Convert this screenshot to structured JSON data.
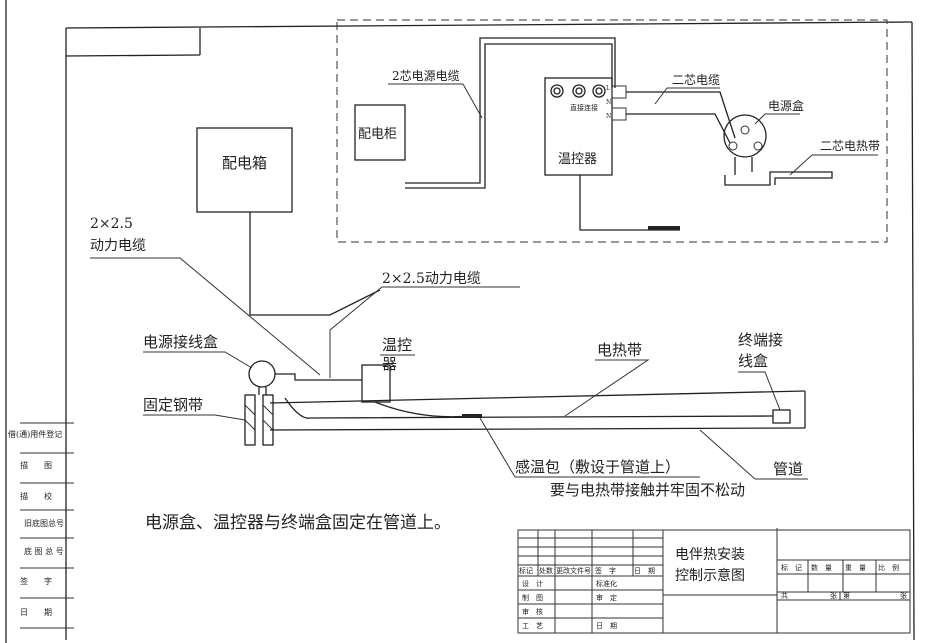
{
  "labels": {
    "two_core_power_cable": "2芯电源电缆",
    "distribution_cabinet": "配电柜",
    "thermostat_top": "温控器",
    "direct_connect": "直接连接",
    "two_core_cable": "二芯电缆",
    "power_box": "电源盒",
    "two_core_heat_tape": "二芯电热带",
    "distribution_box": "配电箱",
    "cable_spec_left_1": "2×2.5",
    "cable_spec_left_2": "动力电缆",
    "cable_spec_right": "2×2.5动力电缆",
    "power_junction_box": "电源接线盒",
    "thermostat_1": "温控",
    "thermostat_2": "器",
    "heat_tape": "电热带",
    "end_box_1": "终端接",
    "end_box_2": "线盒",
    "steel_band": "固定钢带",
    "sensor": "感温包（敷设于管道上）",
    "sensor_note": "要与电热带接触并牢固不松动",
    "pipe": "管道",
    "note": "电源盒、温控器与终端盒固定在管道上。",
    "terminal_L": "L",
    "terminal_N": "N"
  },
  "side_column": [
    "借(通)用件登记",
    "描　　图",
    "描　　校",
    "旧底图总号",
    "底 图 总 号",
    "签　　字",
    "日　　期"
  ],
  "title_block": {
    "title_1": "电伴热安装",
    "title_2": "控制示意图",
    "header": [
      "标记",
      "处数",
      "更改文件号",
      "签　字",
      "日　期"
    ],
    "rows_left": [
      "设　计",
      "制　图",
      "审　核",
      "工　艺"
    ],
    "rows_mid": [
      "标准化",
      "审　定",
      "",
      "日　期"
    ],
    "right_header": [
      "标　记",
      "数　量",
      "重　量",
      "比　例"
    ],
    "sheet_total": "共",
    "sheet_unit": "张",
    "sheet_no": "第",
    "sheet_unit2": "张"
  }
}
